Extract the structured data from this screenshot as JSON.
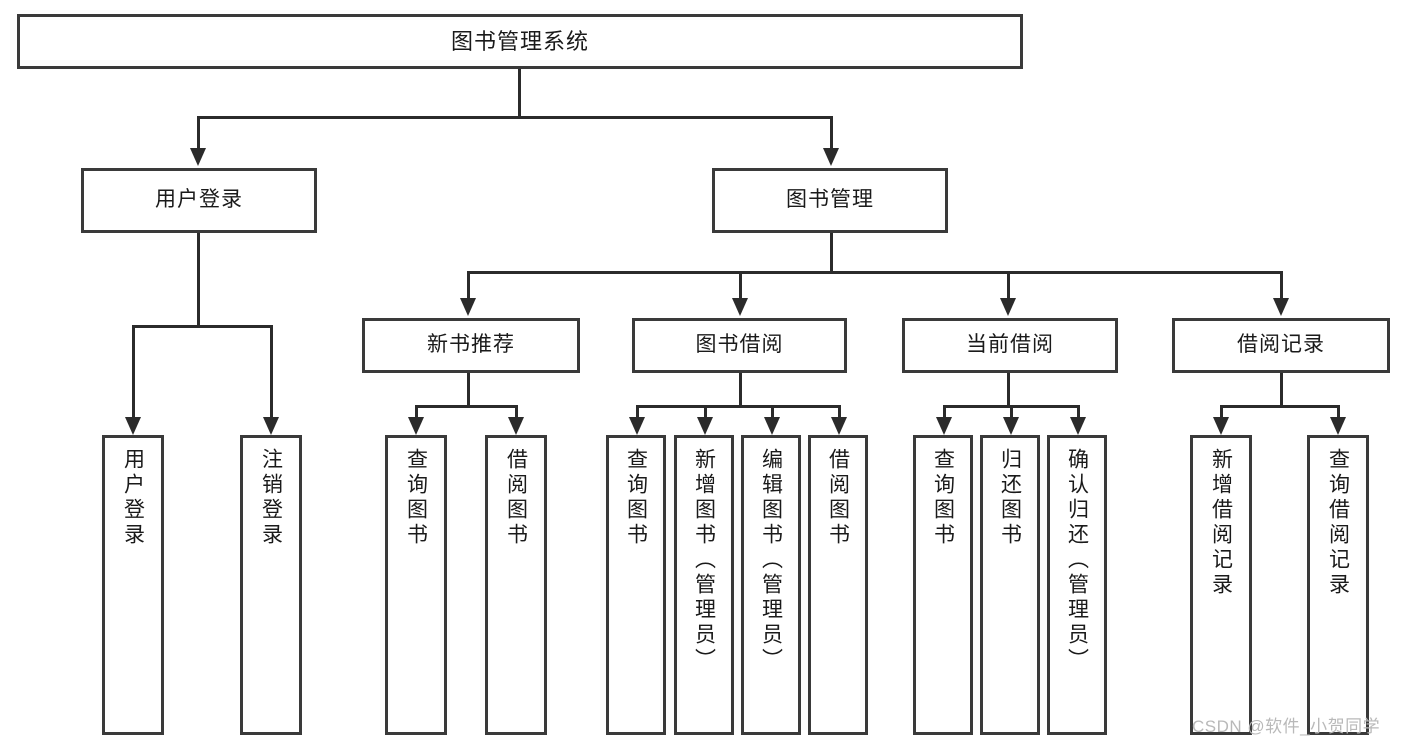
{
  "diagram": {
    "title": "图书管理系统",
    "type": "hierarchy-tree",
    "root": {
      "label": "图书管理系统"
    },
    "level2": [
      {
        "label": "用户登录"
      },
      {
        "label": "图书管理"
      }
    ],
    "level3": [
      {
        "label": "新书推荐"
      },
      {
        "label": "图书借阅"
      },
      {
        "label": "当前借阅"
      },
      {
        "label": "借阅记录"
      }
    ],
    "leaves": {
      "user_login": [
        {
          "label": "用户登录"
        },
        {
          "label": "注销登录"
        }
      ],
      "new_book_recommend": [
        {
          "label": "查询图书"
        },
        {
          "label": "借阅图书"
        }
      ],
      "book_borrow": [
        {
          "label": "查询图书"
        },
        {
          "label": "新增图书（管理员）"
        },
        {
          "label": "编辑图书（管理员）"
        },
        {
          "label": "借阅图书"
        }
      ],
      "current_borrow": [
        {
          "label": "查询图书"
        },
        {
          "label": "归还图书"
        },
        {
          "label": "确认归还（管理员）"
        }
      ],
      "borrow_record": [
        {
          "label": "新增借阅记录"
        },
        {
          "label": "查询借阅记录"
        }
      ]
    }
  },
  "watermark": {
    "text": "CSDN @软件_小贺同学"
  },
  "colors": {
    "box_border": "#3a3a3a",
    "connector": "#2b2b2b",
    "background": "#ffffff",
    "text": "#1a1a1a",
    "watermark": "#b9b9b9"
  }
}
